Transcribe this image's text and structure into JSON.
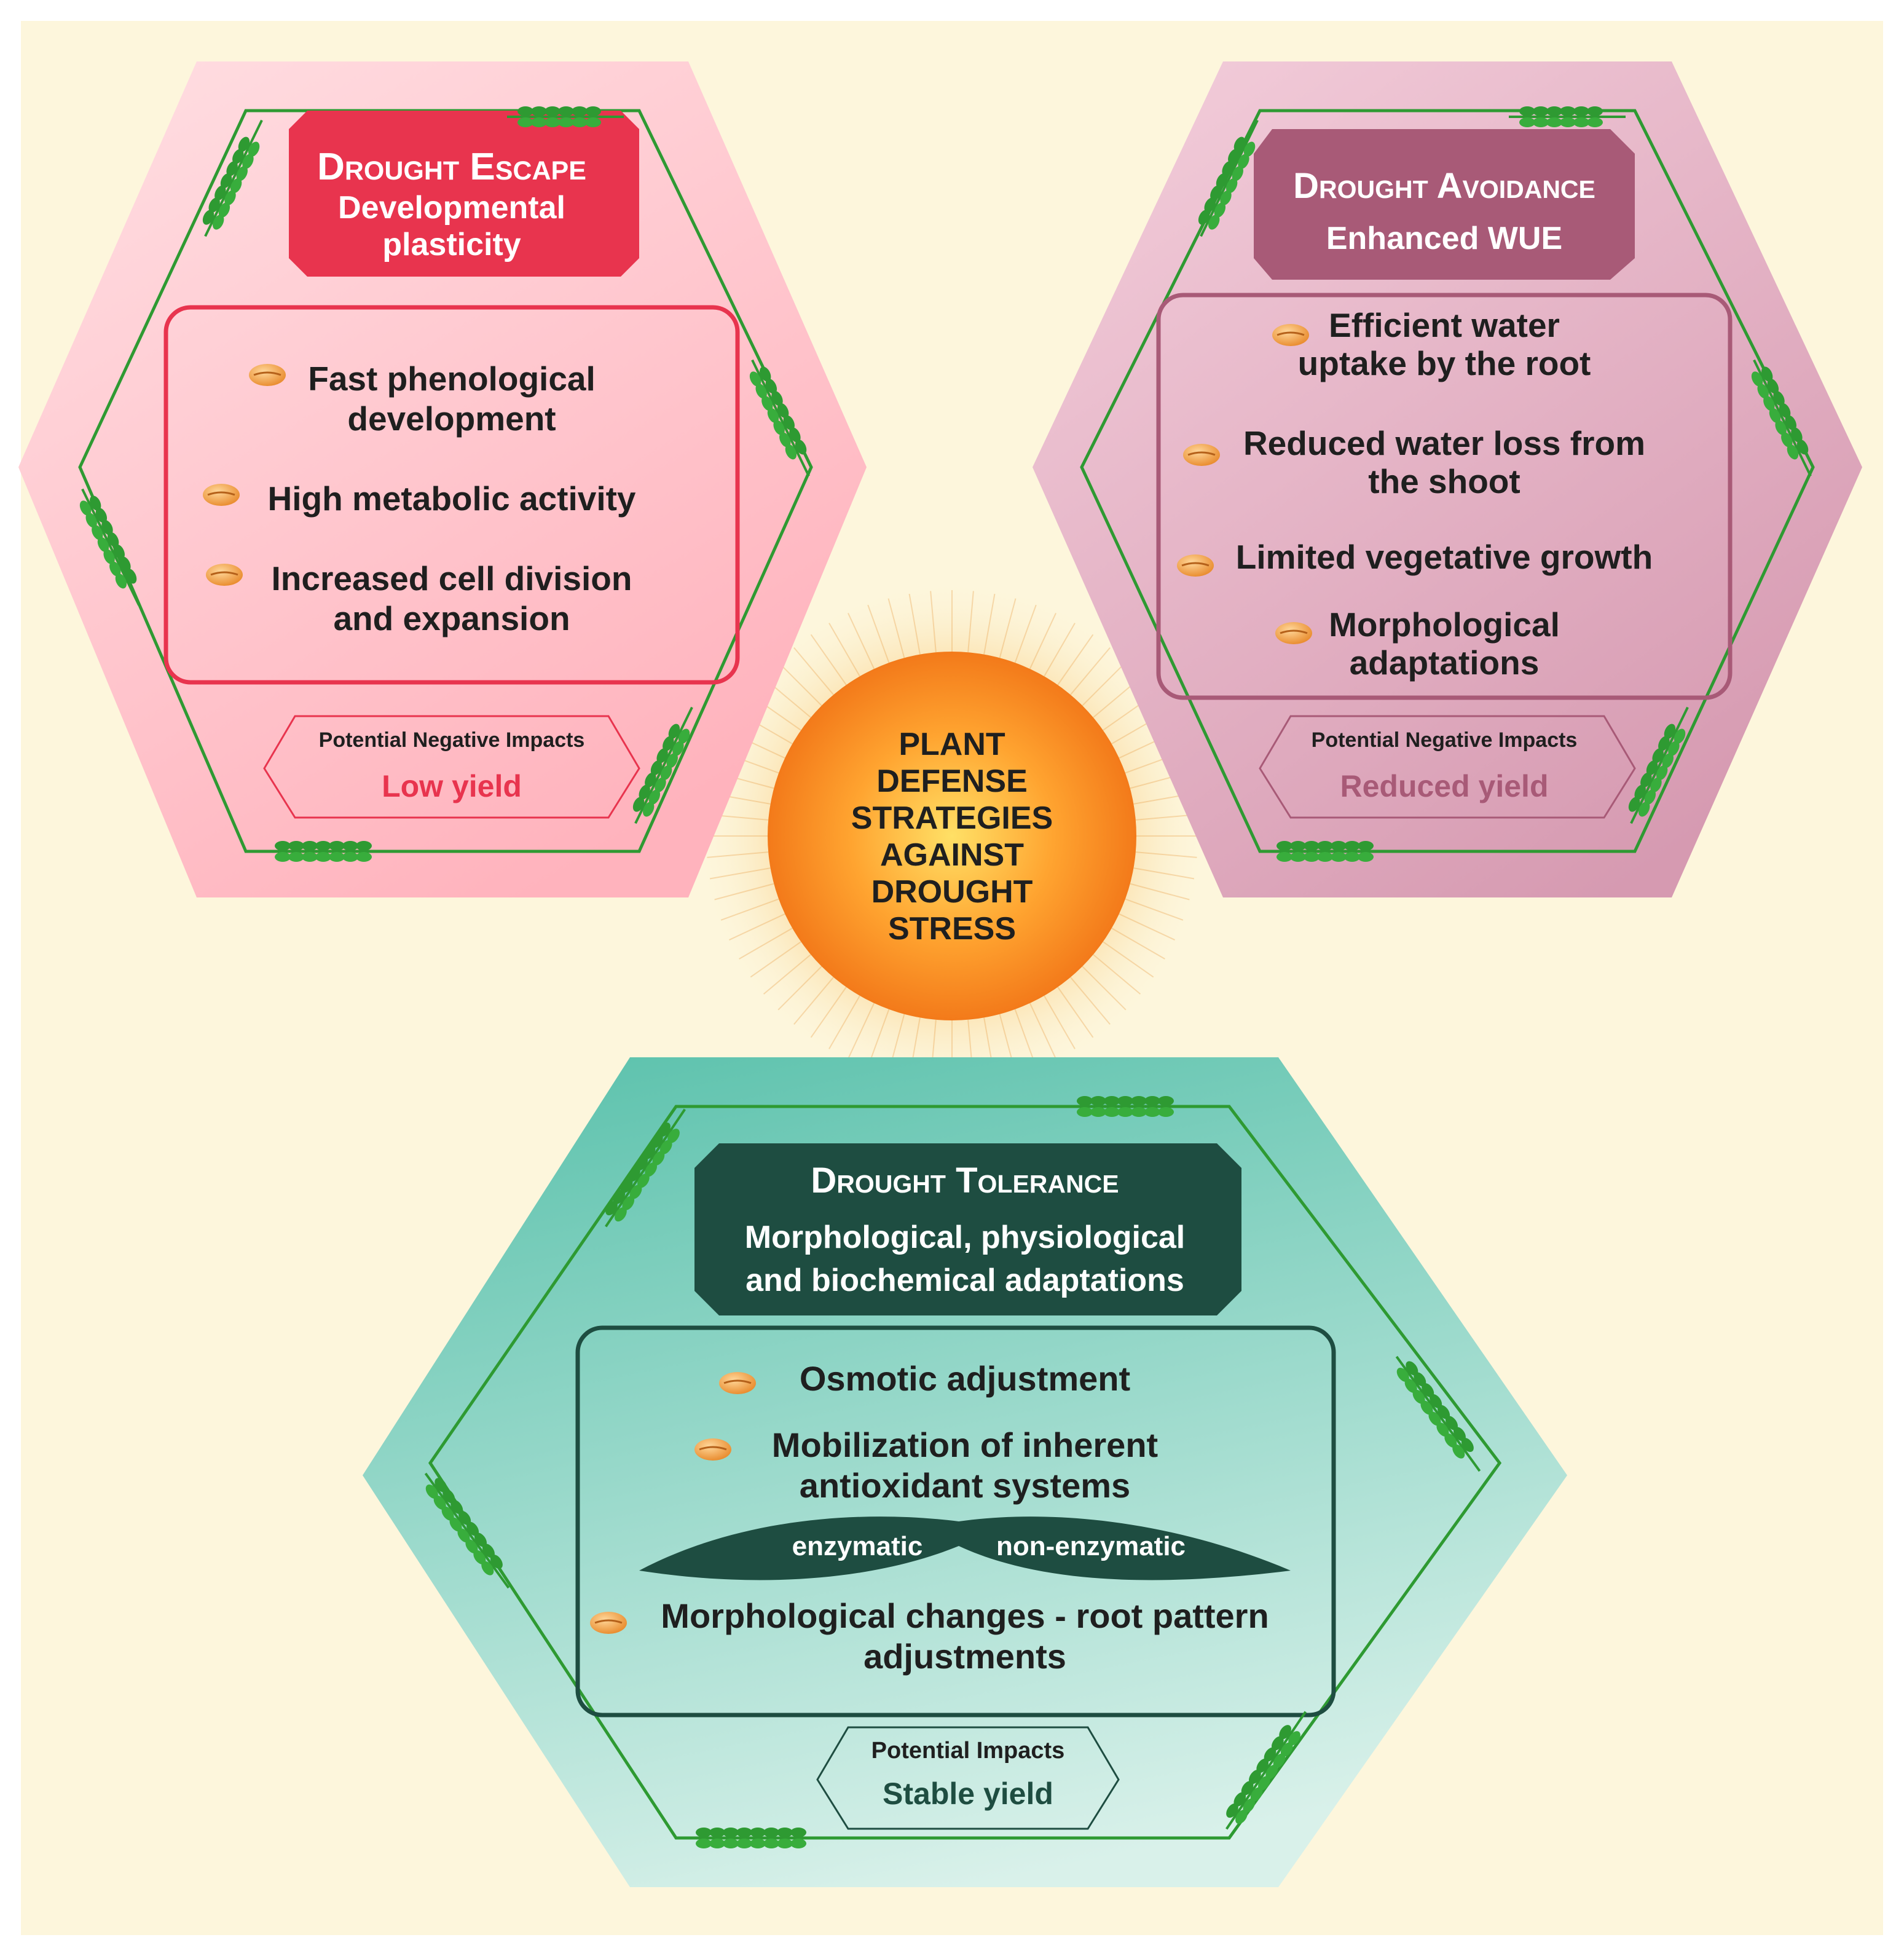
{
  "center": {
    "lines": [
      "PLANT",
      "DEFENSE",
      "STRATEGIES",
      "AGAINST",
      "DROUGHT",
      "STRESS"
    ]
  },
  "escape": {
    "title": "Drought Escape",
    "subtitle": [
      "Developmental",
      "plasticity"
    ],
    "items": [
      [
        "Fast phenological",
        "development"
      ],
      [
        "High metabolic activity"
      ],
      [
        "Increased cell division",
        "and expansion"
      ]
    ],
    "impact_label": "Potential Negative Impacts",
    "impact_value": "Low yield"
  },
  "avoidance": {
    "title": "Drought Avoidance",
    "subtitle": [
      "Enhanced WUE"
    ],
    "items": [
      [
        "Efficient water",
        "uptake by the root"
      ],
      [
        "Reduced water loss from",
        "the shoot"
      ],
      [
        "Limited vegetative growth"
      ],
      [
        "Morphological",
        "adaptations"
      ]
    ],
    "impact_label": "Potential Negative Impacts",
    "impact_value": "Reduced yield"
  },
  "tolerance": {
    "title": "Drought Tolerance",
    "subtitle": [
      "Morphological, physiological",
      "and biochemical adaptations"
    ],
    "items": [
      [
        "Osmotic adjustment"
      ],
      [
        "Mobilization of inherent",
        "antioxidant systems"
      ],
      [
        "Morphological changes - root pattern",
        "adjustments"
      ]
    ],
    "split": {
      "left": "enzymatic",
      "right": "non-enzymatic"
    },
    "impact_label": "Potential Impacts",
    "impact_value": "Stable yield"
  },
  "colors": {
    "page_bg": "#fdf6dc",
    "escape_dark": "#e8344e",
    "escape_light": "#ffc8cf",
    "avoid_dark": "#a85a77",
    "avoid_light": "#e7b8c8",
    "tol_dark": "#1e4d41",
    "tol_light": "#8fd0c0",
    "wheat": "#2e9a32",
    "seed": "#f0a34a"
  }
}
